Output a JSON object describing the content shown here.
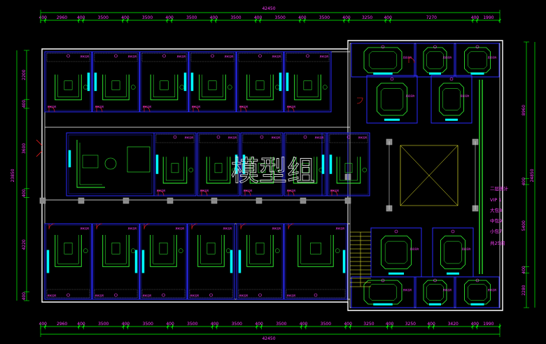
{
  "drawing": {
    "overall_dimension_top": "42450",
    "overall_dimension_bottom": "42450",
    "top_dimensions": [
      "400",
      "2960",
      "400",
      "3500",
      "400",
      "3500",
      "400",
      "3500",
      "400",
      "3500",
      "400",
      "3500",
      "400",
      "3500",
      "400",
      "3250",
      "400",
      "7270",
      "400",
      "1990"
    ],
    "bottom_dimensions": [
      "400",
      "2960",
      "400",
      "3500",
      "400",
      "3500",
      "400",
      "3500",
      "400",
      "3500",
      "400",
      "3500",
      "400",
      "3500",
      "400",
      "3250",
      "400",
      "3250",
      "400",
      "3420",
      "400",
      "1990"
    ],
    "left_dimension_total": "23850",
    "left_dimensions": [
      "2200",
      "400",
      "3600",
      "400",
      "4220",
      "400"
    ],
    "right_dimension_total": "24850",
    "right_dimensions": [
      "8960",
      "400",
      "5400",
      "400",
      "2280"
    ],
    "legend": {
      "title": "二层统计",
      "lines": [
        "VIP  1",
        "大包8",
        "中包9",
        "小包7",
        "共25间"
      ]
    },
    "watermark": "模型组",
    "room_tag": "房间名称",
    "colors": {
      "background": "#000000",
      "wall": "#ffffff",
      "partition": "#2a2aff",
      "furniture": "#33ff33",
      "glass": "#00ffff",
      "annotation": "#ff40ff",
      "dimension_line": "#00ff00",
      "door": "#ff2020",
      "stair": "#ffff33",
      "column": "#8a8a8a"
    }
  }
}
